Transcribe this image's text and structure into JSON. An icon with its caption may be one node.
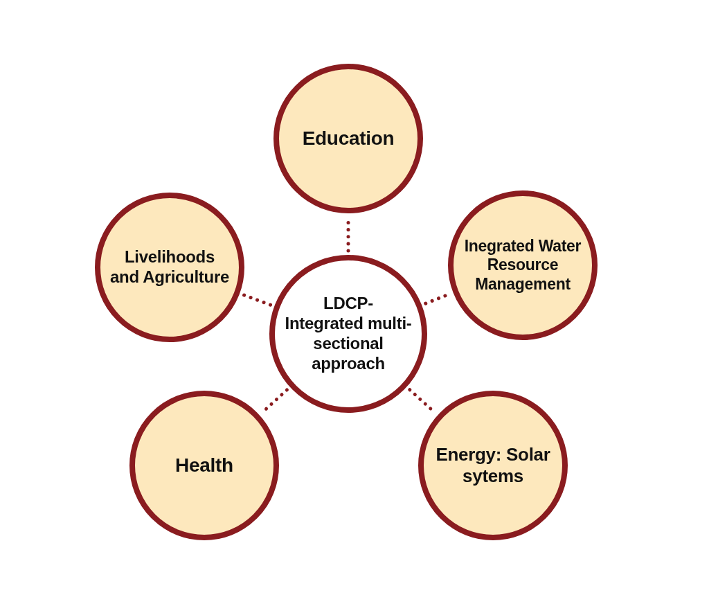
{
  "diagram": {
    "nodes": [
      {
        "text": [
          "Education"
        ]
      },
      {
        "text": [
          "Livelihoods and Agriculture"
        ]
      },
      {
        "text": [
          "LDCP- Integrated multi-sectional approach"
        ]
      },
      {
        "text": [
          "Inegrated Water Resource Management"
        ]
      },
      {
        "text": [
          "Health"
        ]
      },
      {
        "text": [
          "Energy: Solar sytems"
        ]
      }
    ],
    "edges": [
      {
        "from": 2,
        "to": 0,
        "arrow": "none"
      },
      {
        "from": 2,
        "to": 1,
        "arrow": "none"
      },
      {
        "from": 2,
        "to": 3,
        "arrow": "none"
      },
      {
        "from": 2,
        "to": 4,
        "arrow": "none"
      },
      {
        "from": 2,
        "to": 5,
        "arrow": "none"
      }
    ]
  }
}
